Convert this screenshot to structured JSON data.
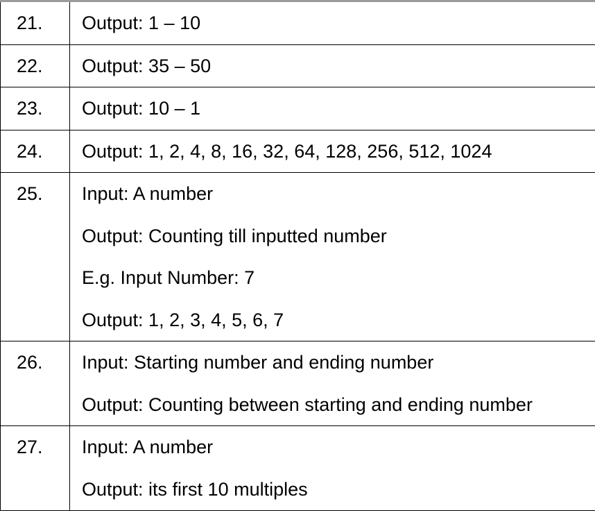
{
  "rows": [
    {
      "number": "21.",
      "lines": [
        "Output: 1 – 10"
      ]
    },
    {
      "number": "22.",
      "lines": [
        "Output: 35 – 50"
      ]
    },
    {
      "number": "23.",
      "lines": [
        "Output: 10 – 1"
      ]
    },
    {
      "number": "24.",
      "lines": [
        "Output: 1, 2, 4, 8, 16, 32, 64, 128, 256, 512, 1024"
      ]
    },
    {
      "number": "25.",
      "lines": [
        "Input: A number",
        "Output: Counting till inputted number",
        "E.g. Input Number: 7",
        "Output: 1, 2, 3, 4, 5, 6, 7"
      ]
    },
    {
      "number": "26.",
      "lines": [
        "Input: Starting number and ending number",
        "Output: Counting between starting and ending number"
      ]
    },
    {
      "number": "27.",
      "lines": [
        "Input: A number",
        "Output: its first 10 multiples"
      ]
    }
  ]
}
